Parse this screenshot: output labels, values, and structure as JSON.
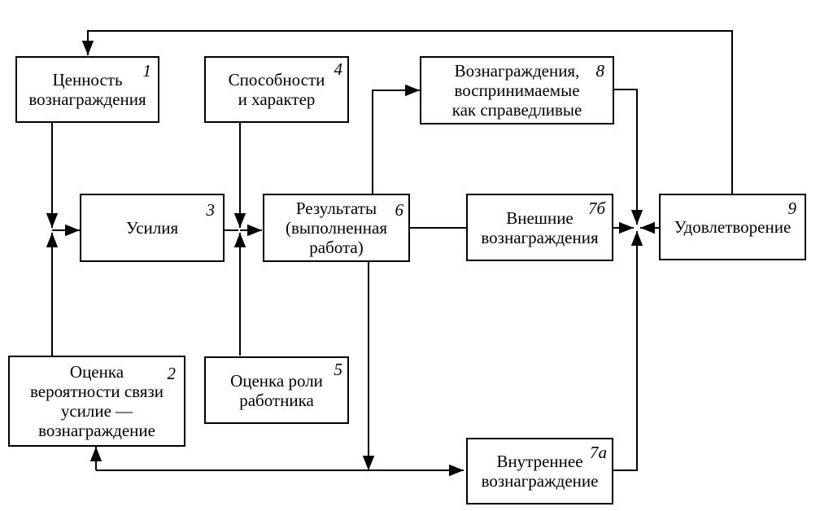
{
  "diagram": {
    "title": "",
    "nodes": [
      {
        "id": "1",
        "number": "1",
        "lines": [
          "Ценность",
          "вознаграждения"
        ]
      },
      {
        "id": "2",
        "number": "2",
        "lines": [
          "Оценка",
          "вероятности связи",
          "усилие —",
          "вознаграждение"
        ]
      },
      {
        "id": "3",
        "number": "3",
        "lines": [
          "Усилия"
        ]
      },
      {
        "id": "4",
        "number": "4",
        "lines": [
          "Способности",
          "и характер"
        ]
      },
      {
        "id": "5",
        "number": "5",
        "lines": [
          "Оценка роли",
          "работника"
        ]
      },
      {
        "id": "6",
        "number": "6",
        "lines": [
          "Результаты",
          "(выполненная",
          "работа)"
        ]
      },
      {
        "id": "7a",
        "number": "7а",
        "lines": [
          "Внутреннее",
          "вознаграждение"
        ]
      },
      {
        "id": "7b",
        "number": "7б",
        "lines": [
          "Внешние",
          "вознаграждения"
        ]
      },
      {
        "id": "8",
        "number": "8",
        "lines": [
          "Вознаграждения,",
          "воспринимаемые",
          "как справедливые"
        ]
      },
      {
        "id": "9",
        "number": "9",
        "lines": [
          "Удовлетворение"
        ]
      }
    ],
    "edges": [
      {
        "from": "1",
        "to": "3"
      },
      {
        "from": "2",
        "to": "3"
      },
      {
        "from": "3",
        "to": "6"
      },
      {
        "from": "4",
        "to": "6"
      },
      {
        "from": "5",
        "to": "6"
      },
      {
        "from": "6",
        "to": "8"
      },
      {
        "from": "6",
        "to": "7b"
      },
      {
        "from": "6",
        "to": "7a"
      },
      {
        "from": "6",
        "to": "2"
      },
      {
        "from": "7b",
        "to": "9"
      },
      {
        "from": "7a",
        "to": "9"
      },
      {
        "from": "8",
        "to": "9"
      },
      {
        "from": "9",
        "to": "1"
      }
    ]
  }
}
